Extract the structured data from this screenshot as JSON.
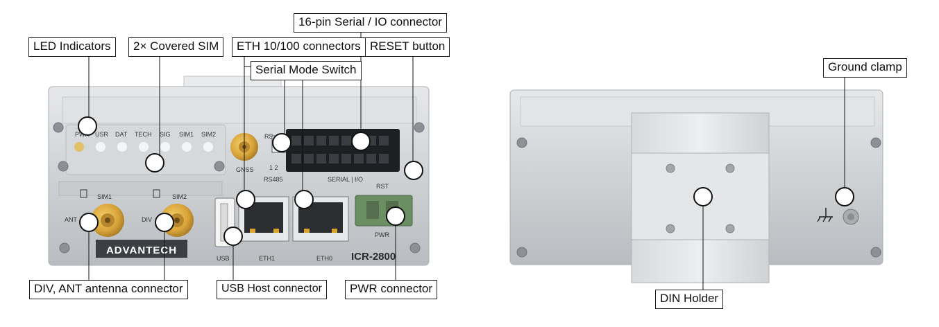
{
  "colors": {
    "accent_marker": "#ffffff",
    "chassis": "#c9cccf",
    "connector_gold": "#d9a43a"
  },
  "front": {
    "led_labels": [
      "PWR",
      "USR",
      "DAT",
      "TECH",
      "SIG",
      "SIM1",
      "SIM2"
    ],
    "sim1_label": "SIM1",
    "sim2_label": "SIM2",
    "ant_label": "ANT",
    "div_label": "DIV",
    "gnss_label": "GNSS",
    "rs485_label": "RS485",
    "rs_label": "RS",
    "switch_numbers": "1 2",
    "serial_io_label": "SERIAL | I/O",
    "rst_label": "RST",
    "pwr_label": "PWR",
    "usb_label": "USB",
    "eth1_label": "ETH1",
    "eth0_label": "ETH0",
    "brand": "ADVANTECH",
    "model": "ICR-2800"
  },
  "callouts": {
    "serial_io": "16-pin Serial / IO connector",
    "led": "LED Indicators",
    "sim": "2× Covered SIM",
    "eth": "ETH 10/100 connectors",
    "reset": "RESET button",
    "serial_switch": "Serial Mode Switch",
    "antenna": "DIV, ANT antenna connector",
    "usb_host": "USB Host connector",
    "pwr": "PWR connector",
    "ground": "Ground clamp",
    "din": "DIN Holder"
  }
}
